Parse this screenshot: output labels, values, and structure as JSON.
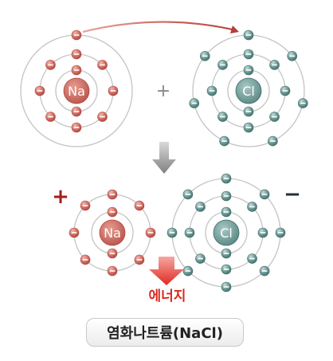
{
  "colors": {
    "sodium": "#d47167",
    "sodium_dark": "#b24a42",
    "chlorine": "#6f9b97",
    "chlorine_dark": "#3f6d69",
    "ring": "#c4c4c4",
    "plus_sign": "#8a8a8a",
    "arrow_transfer": "#b94a40",
    "arrow_down": "#8e8e8e",
    "energy_arrow": "#e4322a",
    "positive_charge": "#a2201a",
    "negative_charge": "#1f2f3f"
  },
  "reactants": {
    "sodium_symbol": "Na",
    "chlorine_symbol": "Cl",
    "plus": "+"
  },
  "products": {
    "sodium_symbol": "Na",
    "chlorine_symbol": "Cl",
    "positive_charge": "+",
    "negative_charge": "−"
  },
  "energy_label": "에너지",
  "caption": "염화나트륨(NaCl)"
}
